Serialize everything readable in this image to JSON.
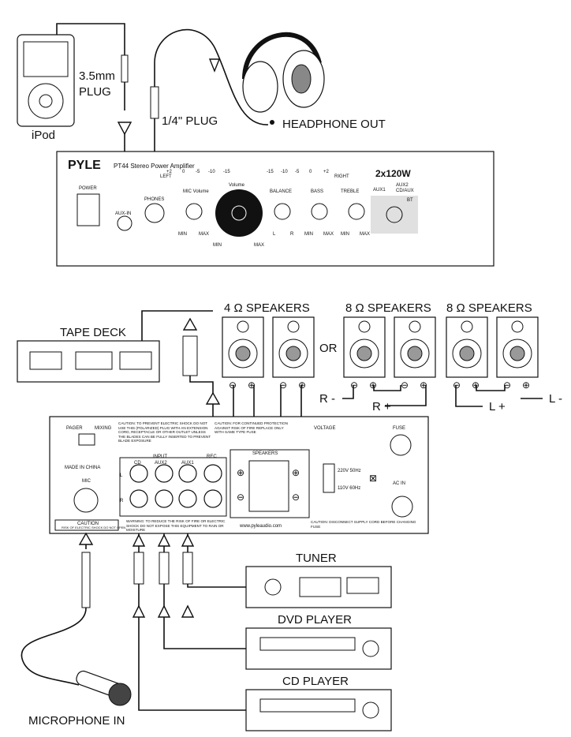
{
  "top": {
    "ipod_label": "iPod",
    "plug35_line1": "3.5mm",
    "plug35_line2": "PLUG",
    "plug14_label": "1/4\" PLUG",
    "headphone_out_label": "HEADPHONE OUT",
    "brand": "PYLE",
    "model": "PT44 Stereo Power Amplifier",
    "power_rating": "2x120W",
    "power_label": "POWER",
    "phones_label": "PHONES",
    "aux_in_label": "AUX-IN",
    "mic_volume_label": "MIC Volume",
    "volume_label": "Volume",
    "balance_label": "BALANCE",
    "bass_label": "BASS",
    "treble_label": "TREBLE",
    "aux1_label": "AUX1",
    "aux2_label": "AUX2",
    "cd_aux_label": "CD/AUX",
    "bt_label": "BT",
    "left_label": "LEFT",
    "right_label": "RIGHT",
    "min_label": "MIN",
    "max_label": "MAX",
    "l_label": "L",
    "r_label": "R",
    "vu_scale": [
      "+2",
      "0",
      "-5",
      "-10",
      "-15",
      "-15",
      "-10",
      "-5",
      "0",
      "+2"
    ]
  },
  "bottom": {
    "tape_deck_label": "TAPE DECK",
    "speakers_4ohm": "4 Ω  SPEAKERS",
    "speakers_8ohm_a": "8 Ω  SPEAKERS",
    "speakers_8ohm_b": "8 Ω  SPEAKERS",
    "or_label": "OR",
    "r_minus": "R -",
    "r_plus": "R +",
    "l_plus": "L +",
    "l_minus": "L -",
    "pager_label": "PAGER",
    "mixing_label": "MIXING",
    "made_in_label": "MADE IN CHINA",
    "mic_label": "MIC",
    "input_label": "INPUT",
    "cd_label": "CD",
    "aux2_label": "AUX2",
    "aux1_label": "AUX1",
    "rec_label": "REC",
    "speakers_label": "SPEAKERS",
    "voltage_label": "VOLTAGE",
    "fuse_label": "FUSE",
    "ac_in_label": "AC IN",
    "v220": "220V 50Hz",
    "v110": "110V 60Hz",
    "website": "www.pyleaudio.com",
    "caution_left": "CAUTION: TO PREVENT ELECTRIC SHOCK DO NOT USE THIS (POLARIZED) PLUG WITH AN EXTENSION CORD, RECEPTACLE OR OTHER OUTLET UNLESS THE BLADES CAN BE FULLY INSERTED TO PREVENT BLADE EXPOSURE",
    "caution_mid": "CAUTION: FOR CONTINUED PROTECTION AGAINST RISK OF FIRE REPLACE ONLY WITH SAME TYPE FUSE",
    "caution_box": "CAUTION",
    "caution_box_sub": "RISK OF ELECTRIC SHOCK DO NOT OPEN",
    "warning": "WARNING: TO REDUCE THE RISK OF FIRE OR ELECTRIC SHOCK DO NOT EXPOSE THIS EQUIPMENT TO RAIN OR MOISTURE",
    "caution_right": "CAUTION: DISCONNECT SUPPLY CORD BEFORE CHANGING FUSE",
    "tuner_label": "TUNER",
    "dvd_label": "DVD PLAYER",
    "cd_player_label": "CD PLAYER",
    "microphone_label": "MICROPHONE IN"
  }
}
